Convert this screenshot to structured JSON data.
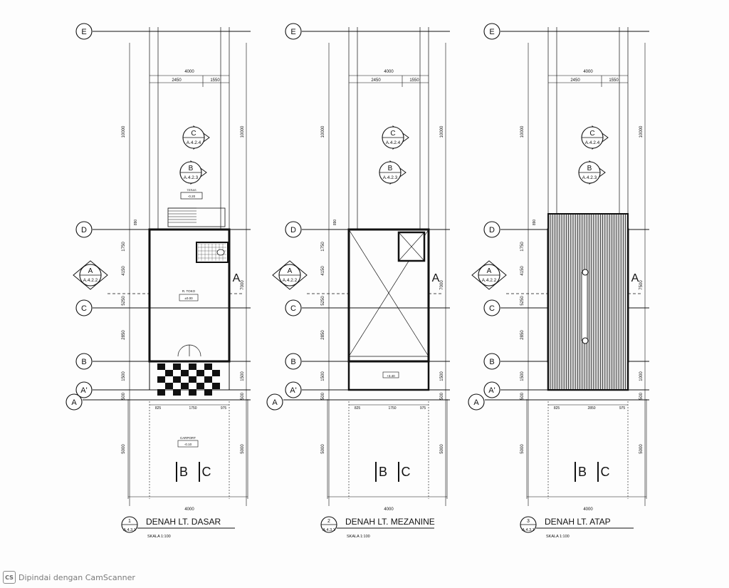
{
  "plans": [
    {
      "number": "1",
      "title": "DENAH LT. DASAR",
      "sheet": "A.4.3.1",
      "scale": "SKALA 1:100",
      "room_labels": [
        "TERAS",
        "-0.20",
        "R. TOKO",
        "±0.00",
        "CARPORT",
        "-0.10"
      ],
      "mid_dims": [
        "825",
        "1750",
        "975"
      ]
    },
    {
      "number": "2",
      "title": "DENAH LT. MEZANINE",
      "sheet": "A.4.3.1",
      "scale": "SKALA 1:100",
      "room_labels": [
        "+3.40"
      ],
      "mid_dims": [
        "825",
        "1750",
        "975"
      ]
    },
    {
      "number": "3",
      "title": "DENAH LT. ATAP",
      "sheet": "A.4.3.1",
      "scale": "SKALA 1:100",
      "room_labels": [],
      "mid_dims": [
        "825",
        "2850",
        "975"
      ]
    }
  ],
  "grid_labels": [
    "E",
    "D",
    "C",
    "B",
    "A'",
    "A"
  ],
  "dims": {
    "top_total": "4000",
    "top_left": "2450",
    "top_right": "1550",
    "left_top": "10000",
    "right_top": "10000",
    "left_d_c": "1750",
    "left_upper": "4150",
    "left_mid": "5250",
    "left_lower": "2850",
    "left_b_a1": "1500",
    "left_a1_a": "500",
    "left_bottom": "5000",
    "right_mid": "7000",
    "right_mid_atap": "7500",
    "right_b_a1": "1500",
    "right_b_a1_atap": "1000",
    "right_a1_a": "500",
    "right_bottom": "5000",
    "bottom_total": "4000",
    "small": "890"
  },
  "section_markers": {
    "c_letter": "C",
    "c_ref": "A.4.2.4",
    "b_letter": "B",
    "b_ref": "A.4.2.3",
    "a_letter": "A",
    "a_ref": "A.4.2.2",
    "cut_b": "B",
    "cut_c": "C"
  },
  "watermark": {
    "logo": "CS",
    "text": "Dipindai dengan CamScanner"
  },
  "colors": {
    "ink": "#111111",
    "paper": "#fdfdfd",
    "roof_fill": "#555555"
  }
}
